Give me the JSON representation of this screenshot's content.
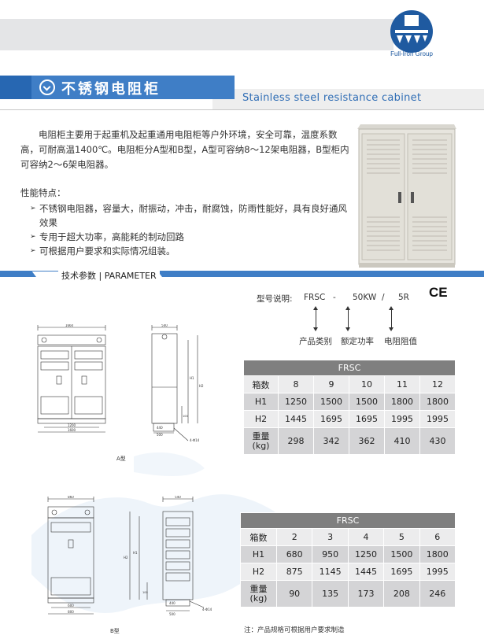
{
  "brand": {
    "name": "Full-Iron Group",
    "accent": "#2f6db5",
    "dark_accent": "#1f5aa0"
  },
  "header": {
    "title_cn": "不锈钢电阻柜",
    "title_en": "Stainless steel resistance cabinet"
  },
  "intro": "电阻柜主要用于起重机及起重通用电阻柜等户外环境，安全可靠，温度系数高，可耐高温1400℃。电阻柜分A型和B型，A型可容纳8～12架电阻器，B型柜内可容纳2～6架电阻器。",
  "features": {
    "title": "性能特点：",
    "items": [
      "不锈钢电阻器，容量大，耐振动，冲击，耐腐蚀，防雨性能好，具有良好通风效果",
      "专用于超大功率，高能耗的制动回路",
      "可根据用户要求和实际情况组装。"
    ]
  },
  "parameter": {
    "label": "技术参数 | PARAMETER"
  },
  "model": {
    "prefix": "型号说明:",
    "code": "FRSC",
    "dash": "-",
    "power": "50KW",
    "slash": "/",
    "resistance": "5R",
    "desc_category": "产品类别",
    "desc_power": "额定功率",
    "desc_resistance": "电阻阻值",
    "ce": "CE"
  },
  "table_a": {
    "header": "FRSC",
    "rows": [
      {
        "label": "箱数",
        "values": [
          "8",
          "9",
          "10",
          "11",
          "12"
        ]
      },
      {
        "label": "H1",
        "values": [
          "1250",
          "1500",
          "1500",
          "1800",
          "1800"
        ]
      },
      {
        "label": "H2",
        "values": [
          "1445",
          "1695",
          "1695",
          "1995",
          "1995"
        ]
      },
      {
        "label": "重量\n(kg)",
        "values": [
          "298",
          "342",
          "362",
          "410",
          "430"
        ]
      }
    ]
  },
  "table_b": {
    "header": "FRSC",
    "rows": [
      {
        "label": "箱数",
        "values": [
          "2",
          "3",
          "4",
          "5",
          "6"
        ]
      },
      {
        "label": "H1",
        "values": [
          "680",
          "950",
          "1250",
          "1500",
          "1800"
        ]
      },
      {
        "label": "H2",
        "values": [
          "875",
          "1145",
          "1445",
          "1695",
          "1995"
        ]
      },
      {
        "label": "重量\n(kg)",
        "values": [
          "90",
          "135",
          "173",
          "208",
          "246"
        ]
      }
    ]
  },
  "drawing_a": {
    "caption": "A型",
    "width_top": "1660",
    "width_base1": "1200",
    "width_base2": "1600",
    "side_top": "540",
    "side_h1": "H1",
    "side_h2": "H2",
    "side_100": "100",
    "side_440": "440",
    "side_500": "500",
    "side_hole": "4-Φ14"
  },
  "drawing_b": {
    "caption": "B型",
    "width_top": "860",
    "width_base1": "600",
    "width_base2": "800",
    "side_top": "540",
    "side_h1": "H1",
    "side_h2": "H2",
    "side_100": "100",
    "side_440": "440",
    "side_500": "500",
    "side_hole": "4-Φ14"
  },
  "note": "注：产品规格可根据用户要求制造"
}
